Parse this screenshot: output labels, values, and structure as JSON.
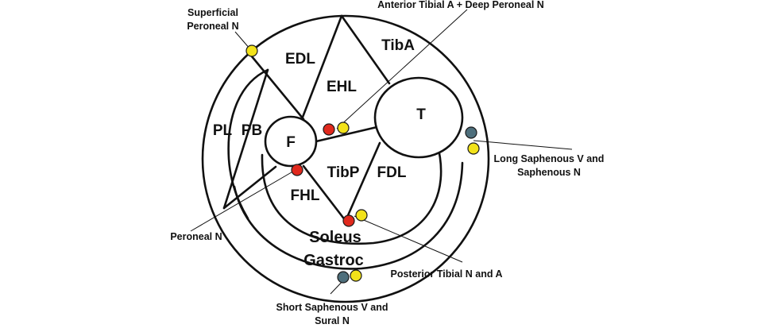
{
  "colors": {
    "background": "#ffffff",
    "line": "#111111",
    "nerve": "#f2e21a",
    "artery": "#e0291d",
    "vein": "#4e6f7c"
  },
  "bones": {
    "fibula": "F",
    "tibia": "T"
  },
  "compartments": {
    "edl": "EDL",
    "ehl": "EHL",
    "tiba": "TibA",
    "pl": "PL",
    "pb": "PB",
    "tibp": "TibP",
    "fdl": "FDL",
    "fhl": "FHL",
    "soleus": "Soleus",
    "gastroc": "Gastroc"
  },
  "callouts": {
    "superficial_peroneal": [
      "Superficial",
      "Peroneal N"
    ],
    "anterior_tibial": [
      "Anterior Tibial A + Deep Peroneal N"
    ],
    "long_saphenous": [
      "Long Saphenous V and",
      "Saphenous N"
    ],
    "peroneal": [
      "Peroneal N"
    ],
    "posterior_tibial": [
      "Posterior Tibial N and A"
    ],
    "short_saphenous": [
      "Short Saphenous V and",
      "Sural N"
    ]
  }
}
